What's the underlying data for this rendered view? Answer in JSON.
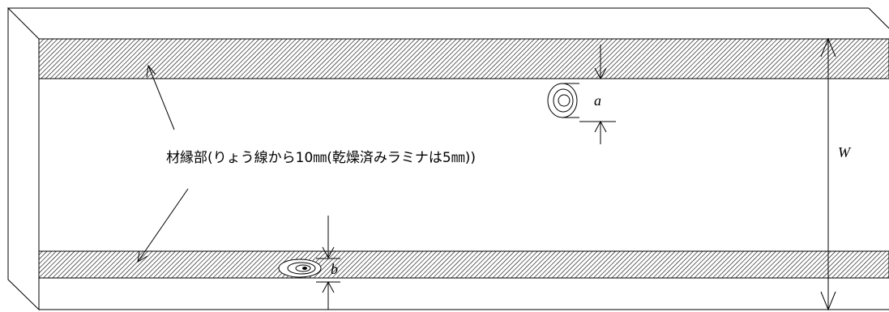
{
  "labels": {
    "edge_zone": "材縁部(りょう線から10㎜(乾燥済みラミナは5㎜))",
    "width": "W",
    "knot_a": "a",
    "knot_b": "b"
  },
  "colors": {
    "line": "#000000",
    "hatch": "#000000",
    "background": "#ffffff"
  }
}
